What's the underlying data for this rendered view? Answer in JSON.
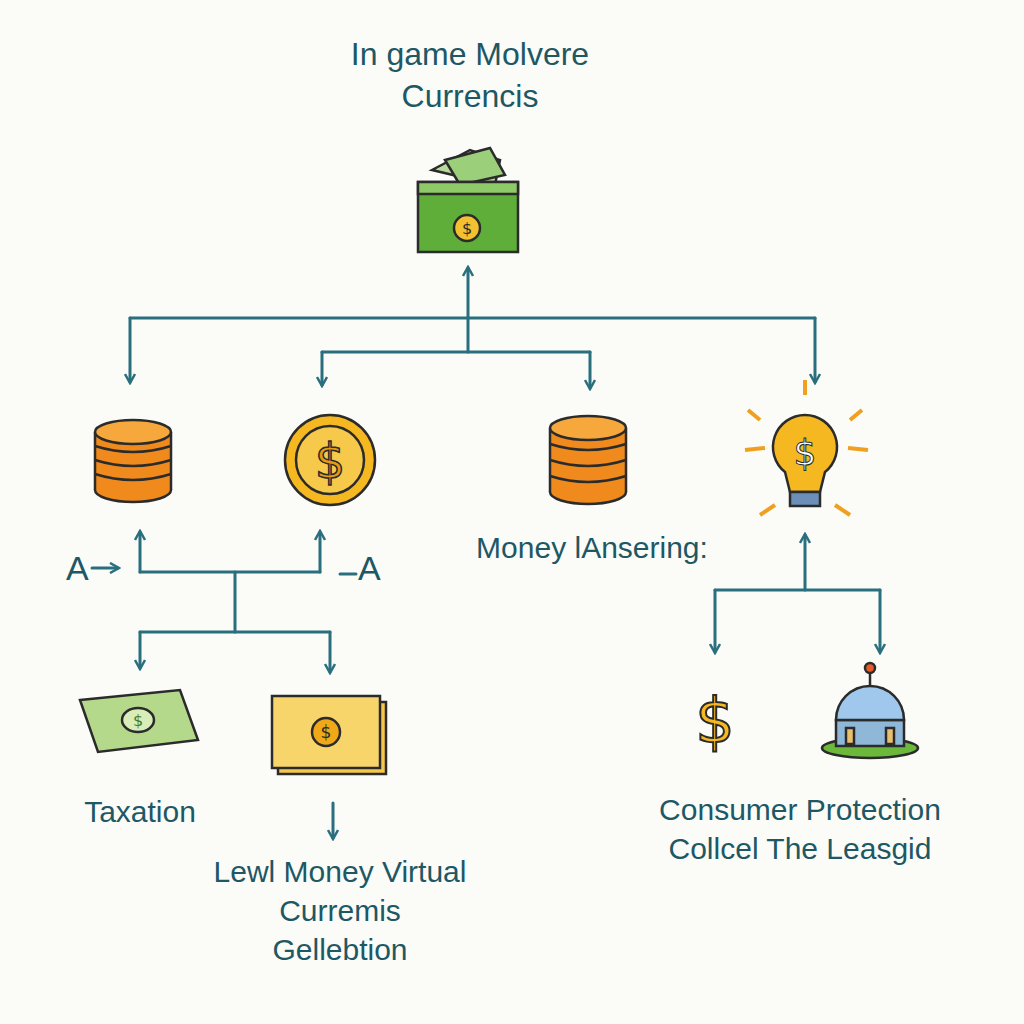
{
  "diagram": {
    "title": "In game Molvere Currencis",
    "nodes": [
      {
        "text": [
          "Money lAnsering:"
        ]
      },
      {
        "text": [
          "Taxation"
        ]
      },
      {
        "text": [
          "Lewl Money Virtual Curremis Gellebtion"
        ]
      },
      {
        "text": [
          "Consumer Protection Collcel The Leasgid"
        ]
      }
    ],
    "labels": [
      "A",
      "A"
    ]
  }
}
